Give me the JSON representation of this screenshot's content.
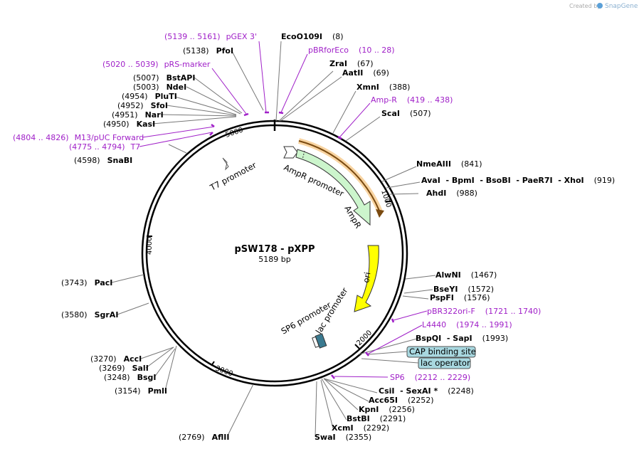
{
  "watermark": {
    "prefix": "Created by",
    "brand": "SnapGene"
  },
  "plasmid": {
    "name": "pSW178 - pXPP",
    "length": "5189 bp"
  },
  "ticks": [
    "1000",
    "2000",
    "3000",
    "4000",
    "5000"
  ],
  "features": {
    "ampr_promoter": "AmpR promoter",
    "ampr": "AmpR",
    "ori": "ori",
    "lac_promoter": "lac promoter",
    "sp6_promoter": "SP6 promoter",
    "t7_promoter": "T7 promoter",
    "cap_binding_site": "CAP binding site",
    "lac_operator": "lac operator"
  },
  "enzymes": [
    {
      "id": "ecoo109i",
      "name": "EcoO109I",
      "pos": "(8)"
    },
    {
      "id": "zrai",
      "name": "ZraI",
      "pos": "(67)"
    },
    {
      "id": "aatii",
      "name": "AatII",
      "pos": "(69)"
    },
    {
      "id": "xmni",
      "name": "XmnI",
      "pos": "(388)"
    },
    {
      "id": "scai",
      "name": "ScaI",
      "pos": "(507)"
    },
    {
      "id": "nmeaiii",
      "name": "NmeAIII",
      "pos": "(841)"
    },
    {
      "id": "avai",
      "name": "AvaI  - BpmI  - BsoBI  - PaeR7I  - XhoI",
      "pos": "(919)"
    },
    {
      "id": "ahdi",
      "name": "AhdI",
      "pos": "(988)"
    },
    {
      "id": "alwni",
      "name": "AlwNI",
      "pos": "(1467)"
    },
    {
      "id": "bseyi",
      "name": "BseYI",
      "pos": "(1572)"
    },
    {
      "id": "pspfi",
      "name": "PspFI",
      "pos": "(1576)"
    },
    {
      "id": "bspqi",
      "name": "BspQI  - SapI",
      "pos": "(1993)"
    },
    {
      "id": "csii",
      "name": "CsiI  - SexAI *",
      "pos": "(2248)"
    },
    {
      "id": "acc65i",
      "name": "Acc65I",
      "pos": "(2252)"
    },
    {
      "id": "kpni",
      "name": "KpnI",
      "pos": "(2256)"
    },
    {
      "id": "bstbi",
      "name": "BstBI",
      "pos": "(2291)"
    },
    {
      "id": "xcmi",
      "name": "XcmI",
      "pos": "(2292)"
    },
    {
      "id": "swai",
      "name": "SwaI",
      "pos": "(2355)"
    },
    {
      "id": "aflii",
      "name": "AflII",
      "pos": "(2769)"
    },
    {
      "id": "pmli",
      "name": "PmlI",
      "pos": "(3154)"
    },
    {
      "id": "bsgi",
      "name": "BsgI",
      "pos": "(3248)"
    },
    {
      "id": "sali",
      "name": "SalI",
      "pos": "(3269)"
    },
    {
      "id": "acci",
      "name": "AccI",
      "pos": "(3270)"
    },
    {
      "id": "sgrai",
      "name": "SgrAI",
      "pos": "(3580)"
    },
    {
      "id": "paci",
      "name": "PacI",
      "pos": "(3743)"
    },
    {
      "id": "snabi",
      "name": "SnaBI",
      "pos": "(4598)"
    },
    {
      "id": "kasi",
      "name": "KasI",
      "pos": "(4950)"
    },
    {
      "id": "nari",
      "name": "NarI",
      "pos": "(4951)"
    },
    {
      "id": "sfoi",
      "name": "SfoI",
      "pos": "(4952)"
    },
    {
      "id": "pluti",
      "name": "PluTI",
      "pos": "(4954)"
    },
    {
      "id": "ndei",
      "name": "NdeI",
      "pos": "(5003)"
    },
    {
      "id": "bstapi",
      "name": "BstAPI",
      "pos": "(5007)"
    },
    {
      "id": "pfoi",
      "name": "PfoI",
      "pos": "(5138)"
    }
  ],
  "primers": [
    {
      "id": "pgex3",
      "name": "pGEX 3'",
      "range": "(5139 .. 5161)"
    },
    {
      "id": "pbrforeco",
      "name": "pBRforEco",
      "range": "(10 .. 28)"
    },
    {
      "id": "prsmarker",
      "name": "pRS-marker",
      "range": "(5020 .. 5039)"
    },
    {
      "id": "ampr",
      "name": "Amp-R",
      "range": "(419 .. 438)"
    },
    {
      "id": "m13",
      "name": "M13/pUC Forward",
      "range": "(4804 .. 4826)"
    },
    {
      "id": "t7",
      "name": "T7",
      "range": "(4775 .. 4794)"
    },
    {
      "id": "pbr322ori",
      "name": "pBR322ori-F",
      "range": "(1721 .. 1740)"
    },
    {
      "id": "l4440",
      "name": "L4440",
      "range": "(1974 .. 1991)"
    },
    {
      "id": "sp6",
      "name": "SP6",
      "range": "(2212 .. 2229)"
    }
  ],
  "colors": {
    "backbone": "#000000",
    "primer": "#a020c8",
    "ampr_fill": "#ccf5cc",
    "ori_fill": "#ffff00",
    "promoter_fill": "#ffffff",
    "label_box_fill": "#a8d8e0",
    "highlight_orange": "#f0a030",
    "site_line": "#777777"
  }
}
